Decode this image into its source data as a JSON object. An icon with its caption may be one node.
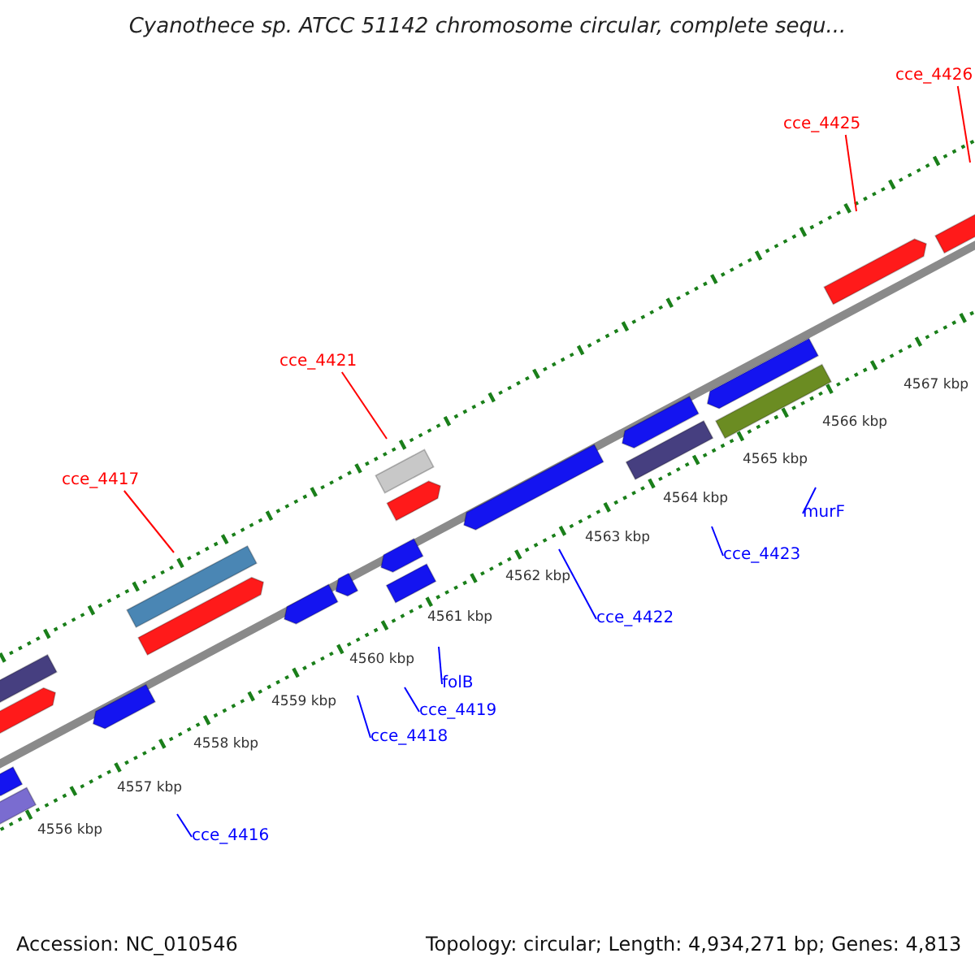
{
  "diagram": {
    "title": "Cyanothece sp. ATCC 51142 chromosome circular, complete sequ...",
    "nodes": [
      {
        "text": [
          "cce_4426"
        ]
      },
      {
        "text": [
          "cce_4425"
        ]
      },
      {
        "text": [
          "cce_4421"
        ]
      },
      {
        "text": [
          "cce_4417"
        ]
      },
      {
        "text": [
          "murF"
        ]
      },
      {
        "text": [
          "cce_4423"
        ]
      },
      {
        "text": [
          "folB"
        ]
      },
      {
        "text": [
          "cce_4422"
        ]
      },
      {
        "text": [
          "cce_4419"
        ]
      },
      {
        "text": [
          "cce_4418"
        ]
      },
      {
        "text": [
          "cce_4416"
        ]
      }
    ],
    "edges": [
      {
        "from": 0,
        "to": null,
        "arrow": "none",
        "color": "#ff0000"
      },
      {
        "from": 1,
        "to": null,
        "arrow": "none",
        "color": "#ff0000"
      },
      {
        "from": 2,
        "to": null,
        "arrow": "none",
        "color": "#ff0000"
      },
      {
        "from": 3,
        "to": null,
        "arrow": "none",
        "color": "#ff0000"
      },
      {
        "from": 4,
        "to": null,
        "arrow": "none"
      },
      {
        "from": 5,
        "to": null,
        "arrow": "none"
      },
      {
        "from": 6,
        "to": null,
        "arrow": "none"
      },
      {
        "from": 7,
        "to": null,
        "arrow": "none"
      },
      {
        "from": 8,
        "to": null,
        "arrow": "none"
      },
      {
        "from": 9,
        "to": null,
        "arrow": "none"
      },
      {
        "from": 10,
        "to": null,
        "arrow": "none"
      }
    ],
    "labels": [
      "4567 kbp",
      "4566 kbp",
      "4565 kbp",
      "4564 kbp",
      "4563 kbp",
      "4562 kbp",
      "4561 kbp",
      "4560 kbp",
      "4559 kbp",
      "4558 kbp",
      "4557 kbp",
      "4556 kbp",
      "Accession: NC_010546",
      "Topology: circular; Length: 4,934,271 bp; Genes: 4,813"
    ]
  }
}
